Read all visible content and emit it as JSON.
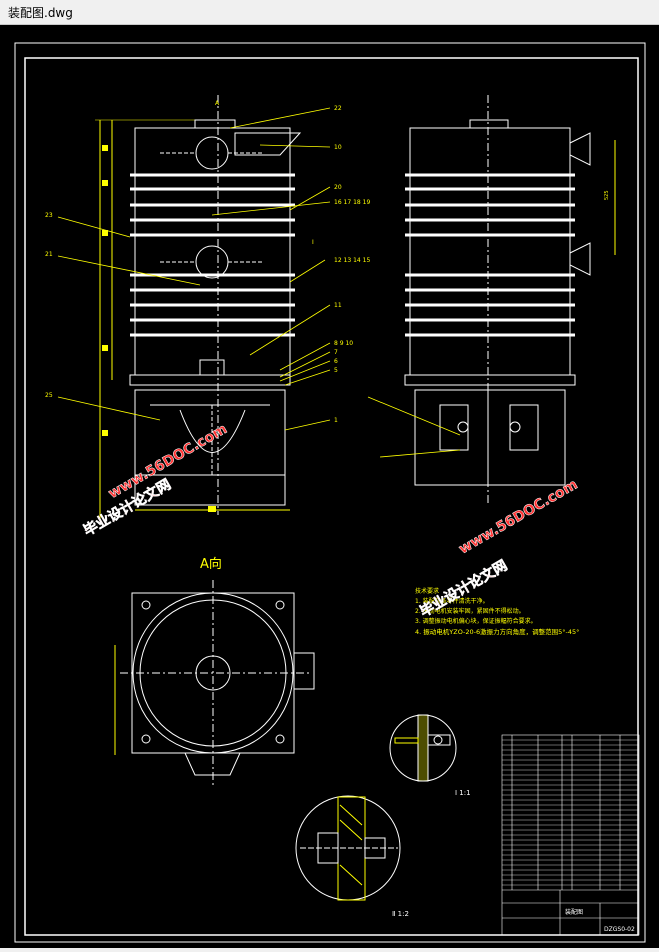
{
  "window": {
    "title": "装配图.dwg"
  },
  "view_labels": {
    "front_top": "A",
    "a_direction": "A向",
    "detail_1": "Ⅰ  1:1",
    "detail_2": "Ⅱ    1:2"
  },
  "part_numbers": [
    "22",
    "10",
    "20",
    "16 17 18 19",
    "Ⅰ",
    "12 13 14 15",
    "11",
    "8  9  10",
    "7",
    "6",
    "5",
    "1",
    "23",
    "21",
    "25"
  ],
  "tech_notes": {
    "heading": "技术要求",
    "lines": [
      "1. 装配前各零件清洗干净。",
      "2. 振动电机安装牢固，紧固件不得松动。",
      "3. 调整振动电机偏心块，保证振幅符合要求。",
      "4. 振动电机YZO-20-6激振力方向角度，调整范围5°-45°"
    ]
  },
  "title_block": {
    "drawing_no": "DZGS0-02",
    "caption": "装配图"
  },
  "watermark": {
    "site_cn": "毕业设计论文网",
    "site_url": "www.56DOC.com"
  },
  "colors": {
    "background": "#000000",
    "lines": "#ffffff",
    "dim": "#ffff00",
    "leader": "#ffff00",
    "watermark": "#ff3333",
    "watermark_outline": "#ffffff"
  }
}
